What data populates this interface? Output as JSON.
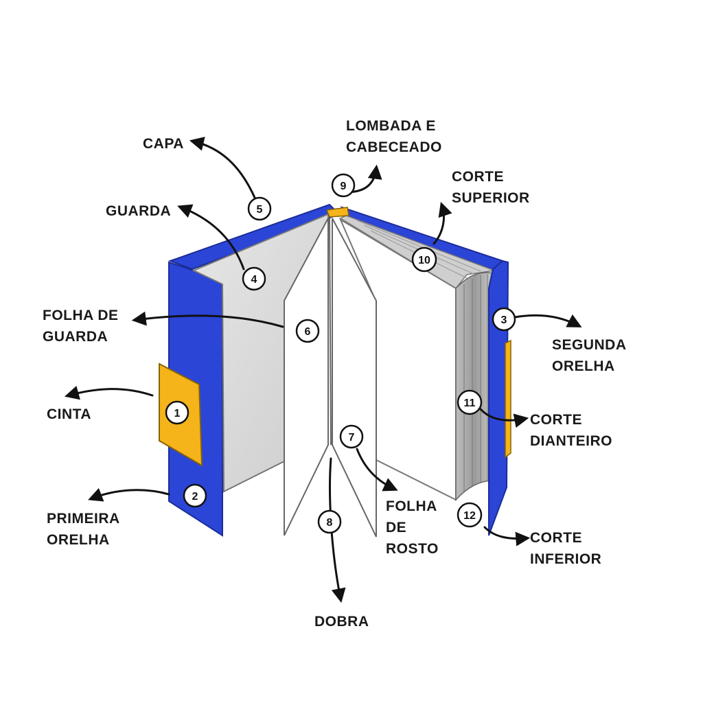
{
  "colors": {
    "cover": "#2b45d6",
    "cover_dark": "#1c2d99",
    "band": "#f4b41a",
    "page_gray": "#d7d7d7",
    "outline": "#555555",
    "arrow": "#111111"
  },
  "labels": {
    "capa": "CAPA",
    "guarda": "GUARDA",
    "folha_guarda": [
      "FOLHA DE",
      "GUARDA"
    ],
    "cinta": "CINTA",
    "primeira_orelha": [
      "PRIMEIRA",
      "ORELHA"
    ],
    "lombada": [
      "LOMBADA E",
      "CABECEADO"
    ],
    "corte_superior": [
      "CORTE",
      "SUPERIOR"
    ],
    "segunda_orelha": [
      "SEGUNDA",
      "ORELHA"
    ],
    "corte_dianteiro": [
      "CORTE",
      "DIANTEIRO"
    ],
    "folha_rosto": [
      "FOLHA",
      "DE",
      "ROSTO"
    ],
    "corte_inferior": [
      "CORTE",
      "INFERIOR"
    ],
    "dobra": "DOBRA"
  },
  "markers": [
    "1",
    "2",
    "3",
    "4",
    "5",
    "6",
    "7",
    "8",
    "9",
    "10",
    "11",
    "12"
  ]
}
